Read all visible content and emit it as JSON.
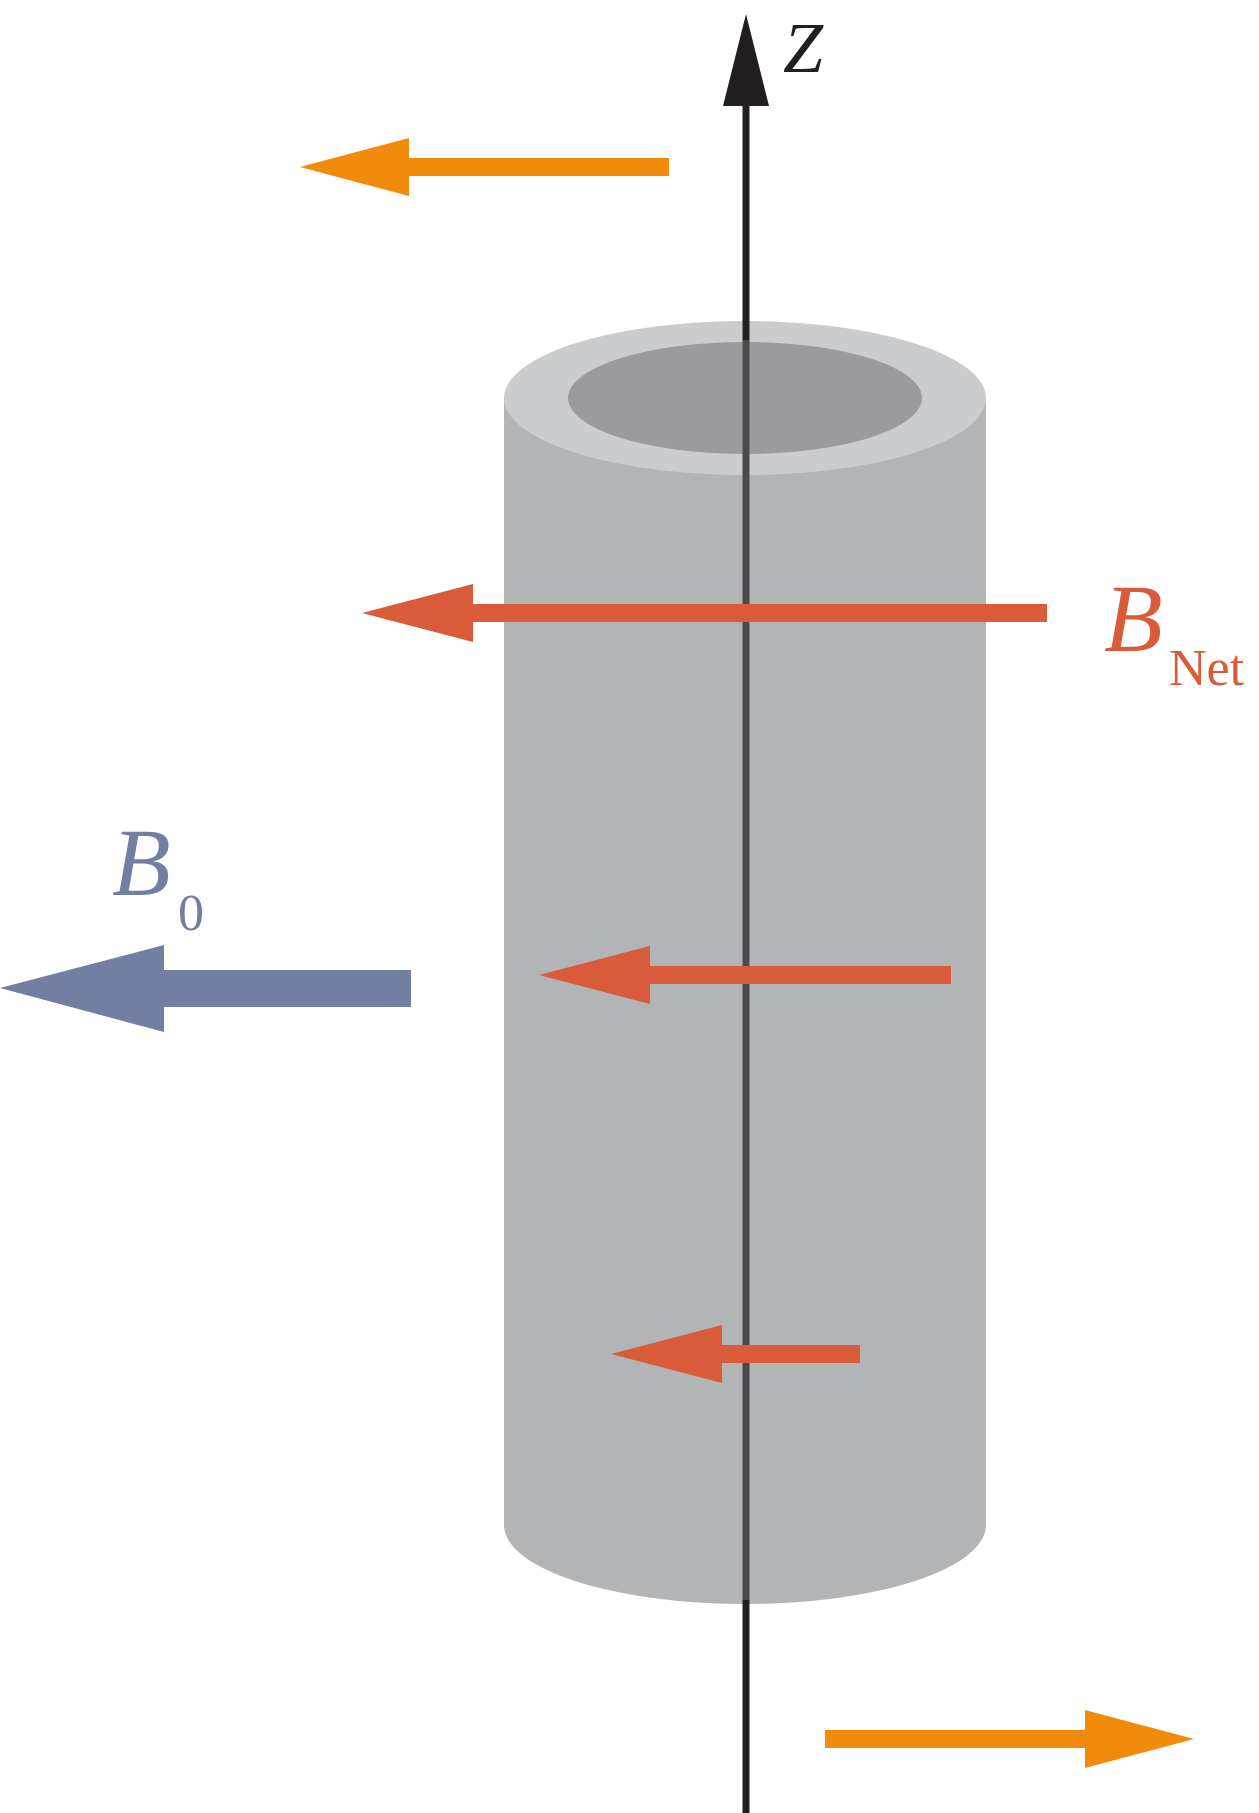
{
  "diagram": {
    "axis_label": "Z",
    "bnet_label": {
      "main": "B",
      "subscript": "Net"
    },
    "b0_label": {
      "main": "B",
      "subscript": "0"
    },
    "colors": {
      "axis": "#231f20",
      "tube_body": "#b3b4b6",
      "tube_rim": "#cbccce",
      "tube_inner": "#9b9b9d",
      "axis_inside": "#4a4a4c",
      "bnet": "#d95b3a",
      "b0": "#737ea3",
      "orange_arrows": "#f28a0b"
    },
    "icons": {
      "axis_arrow": "arrow-up-icon",
      "field_arrows": "arrow-left-icon",
      "bottom_arrow": "arrow-right-icon"
    }
  }
}
